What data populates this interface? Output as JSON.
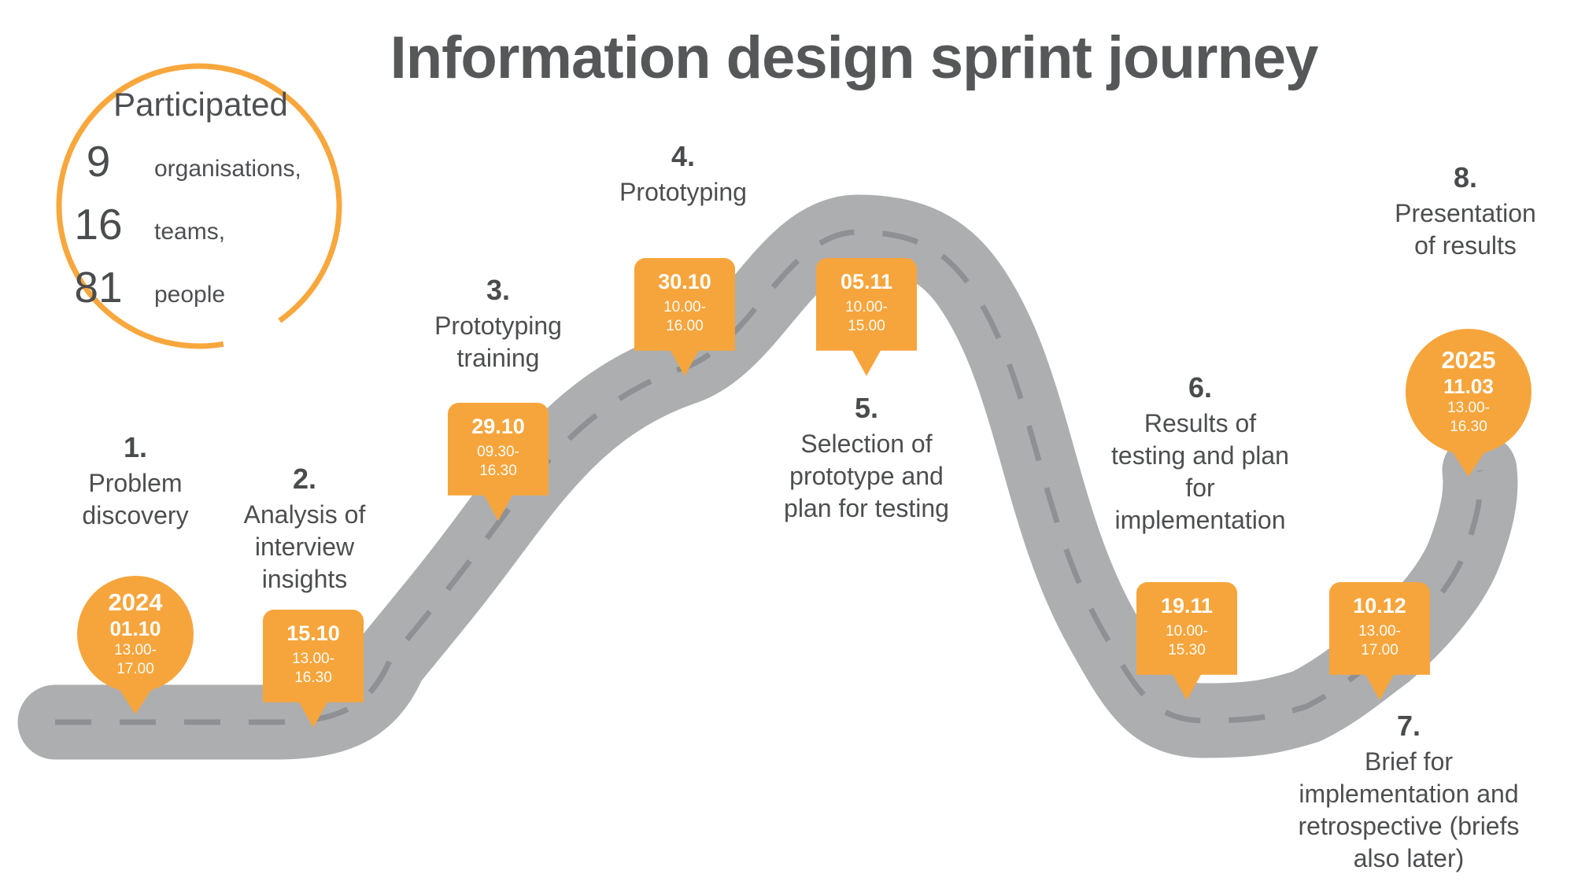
{
  "title": "Information design sprint journey",
  "participated": {
    "heading": "Participated",
    "stats": [
      {
        "value": "9",
        "label": "organisations,"
      },
      {
        "value": "16",
        "label": "teams,"
      },
      {
        "value": "81",
        "label": "people"
      }
    ]
  },
  "steps": [
    {
      "number": "1.",
      "label": "Problem discovery",
      "marker": {
        "year": "2024",
        "date": "01.10",
        "time1": "13.00-",
        "time2": "17.00"
      }
    },
    {
      "number": "2.",
      "label": "Analysis of interview insights",
      "marker": {
        "date": "15.10",
        "time1": "13.00-",
        "time2": "16.30"
      }
    },
    {
      "number": "3.",
      "label": "Prototyping training",
      "marker": {
        "date": "29.10",
        "time1": "09.30-",
        "time2": "16.30"
      }
    },
    {
      "number": "4.",
      "label": "Prototyping",
      "marker": {
        "date": "30.10",
        "time1": "10.00-",
        "time2": "16.00"
      }
    },
    {
      "number": "5.",
      "label": "Selection of prototype and plan for testing",
      "marker": {
        "date": "05.11",
        "time1": "10.00-",
        "time2": "15.00"
      }
    },
    {
      "number": "6.",
      "label": "Results of testing and plan for implementation",
      "marker": {
        "date": "19.11",
        "time1": "10.00-",
        "time2": "15.30"
      }
    },
    {
      "number": "7.",
      "label": "Brief for implementation and retrospective (briefs also later)",
      "marker": {
        "date": "10.12",
        "time1": "13.00-",
        "time2": "17.00"
      }
    },
    {
      "number": "8.",
      "label": "Presentation of results",
      "marker": {
        "year": "2025",
        "date": "11.03",
        "time1": "13.00-",
        "time2": "16.30"
      }
    }
  ],
  "colors": {
    "accent_orange": "#F6A53C",
    "road_gray": "#ADAEB0",
    "road_dash_gray": "#8E9093",
    "text_dark": "#4E4F52"
  }
}
